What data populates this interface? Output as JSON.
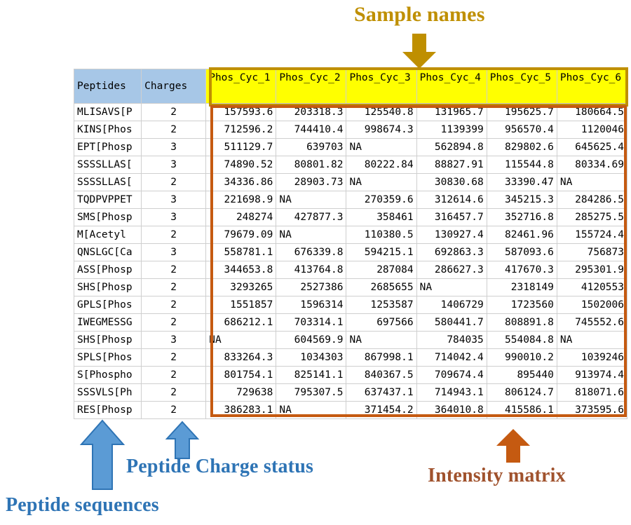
{
  "annotations": {
    "sample_names": "Sample names",
    "peptide_charge_status": "Peptide Charge status",
    "peptide_sequences": "Peptide sequences",
    "intensity_matrix": "Intensity matrix"
  },
  "colors": {
    "sample_names_accent": "#bf8f00",
    "intensity_accent": "#c55a11",
    "peptide_accent": "#2e74b5",
    "header_blue": "#a7c7e7",
    "header_yellow": "#ffff00"
  },
  "table": {
    "headers": {
      "peptides": "Peptides",
      "charges": "Charges",
      "samples": [
        "Phos_Cyc_1",
        "Phos_Cyc_2",
        "Phos_Cyc_3",
        "Phos_Cyc_4",
        "Phos_Cyc_5",
        "Phos_Cyc_6"
      ]
    },
    "rows": [
      {
        "peptide": "MLISAVS[P",
        "charge": "2",
        "values": [
          "157593.6",
          "203318.3",
          "125540.8",
          "131965.7",
          "195625.7",
          "180664.5"
        ]
      },
      {
        "peptide": "KINS[Phos",
        "charge": "2",
        "values": [
          "712596.2",
          "744410.4",
          "998674.3",
          "1139399",
          "956570.4",
          "1120046"
        ]
      },
      {
        "peptide": "EPT[Phosp",
        "charge": "3",
        "values": [
          "511129.7",
          "639703",
          "NA",
          "562894.8",
          "829802.6",
          "645625.4"
        ]
      },
      {
        "peptide": "SSSSLLAS[",
        "charge": "3",
        "values": [
          "74890.52",
          "80801.82",
          "80222.84",
          "88827.91",
          "115544.8",
          "80334.69"
        ]
      },
      {
        "peptide": "SSSSLLAS[",
        "charge": "2",
        "values": [
          "34336.86",
          "28903.73",
          "NA",
          "30830.68",
          "33390.47",
          "NA"
        ]
      },
      {
        "peptide": "TQDPVPPET",
        "charge": "3",
        "values": [
          "221698.9",
          "NA",
          "270359.6",
          "312614.6",
          "345215.3",
          "284286.5"
        ]
      },
      {
        "peptide": "SMS[Phosp",
        "charge": "3",
        "values": [
          "248274",
          "427877.3",
          "358461",
          "316457.7",
          "352716.8",
          "285275.5"
        ]
      },
      {
        "peptide": "M[Acetyl",
        "charge": "2",
        "values": [
          "79679.09",
          "NA",
          "110380.5",
          "130927.4",
          "82461.96",
          "155724.4"
        ]
      },
      {
        "peptide": "QNSLGC[Ca",
        "charge": "3",
        "values": [
          "558781.1",
          "676339.8",
          "594215.1",
          "692863.3",
          "587093.6",
          "756873"
        ]
      },
      {
        "peptide": "ASS[Phosp",
        "charge": "2",
        "values": [
          "344653.8",
          "413764.8",
          "287084",
          "286627.3",
          "417670.3",
          "295301.9"
        ]
      },
      {
        "peptide": "SHS[Phosp",
        "charge": "2",
        "values": [
          "3293265",
          "2527386",
          "2685655",
          "NA",
          "2318149",
          "4120553"
        ]
      },
      {
        "peptide": "GPLS[Phos",
        "charge": "2",
        "values": [
          "1551857",
          "1596314",
          "1253587",
          "1406729",
          "1723560",
          "1502006"
        ]
      },
      {
        "peptide": "IWEGMESSG",
        "charge": "2",
        "values": [
          "686212.1",
          "703314.1",
          "697566",
          "580441.7",
          "808891.8",
          "745552.6"
        ]
      },
      {
        "peptide": "SHS[Phosp",
        "charge": "3",
        "values": [
          "NA",
          "604569.9",
          "NA",
          "784035",
          "554084.8",
          "NA"
        ]
      },
      {
        "peptide": "SPLS[Phos",
        "charge": "2",
        "values": [
          "833264.3",
          "1034303",
          "867998.1",
          "714042.4",
          "990010.2",
          "1039246"
        ]
      },
      {
        "peptide": "S[Phospho",
        "charge": "2",
        "values": [
          "801754.1",
          "825141.1",
          "840367.5",
          "709674.4",
          "895440",
          "913974.4"
        ]
      },
      {
        "peptide": "SSSVLS[Ph",
        "charge": "2",
        "values": [
          "729638",
          "795307.5",
          "637437.1",
          "714943.1",
          "806124.7",
          "818071.6"
        ]
      },
      {
        "peptide": "RES[Phosp",
        "charge": "2",
        "values": [
          "386283.1",
          "NA",
          "371454.2",
          "364010.8",
          "415586.1",
          "373595.6"
        ]
      }
    ]
  }
}
